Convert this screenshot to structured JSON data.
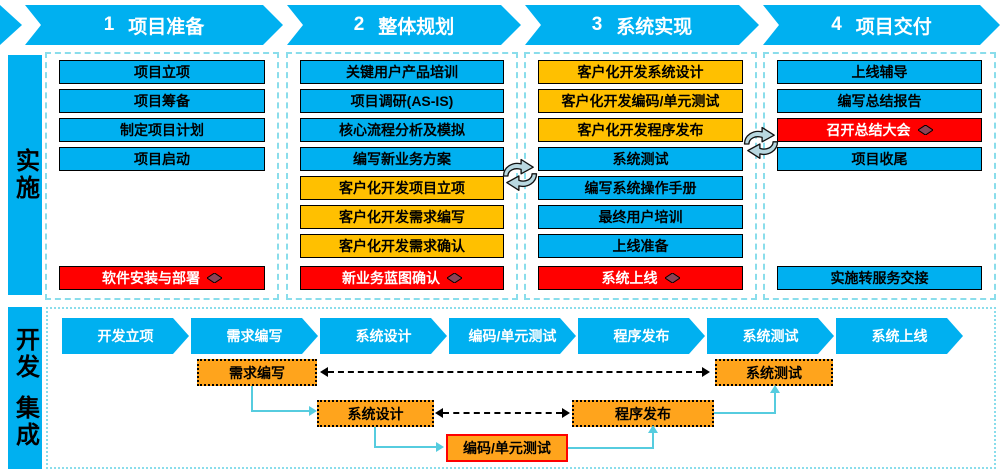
{
  "phases": [
    {
      "num": "1",
      "label": "项目准备"
    },
    {
      "num": "2",
      "label": "整体规划"
    },
    {
      "num": "3",
      "label": "系统实现"
    },
    {
      "num": "4",
      "label": "项目交付"
    }
  ],
  "side": {
    "impl": "实施",
    "dev1": "开发",
    "dev2": "集成"
  },
  "impl_columns": [
    {
      "boxes": [
        {
          "label": "项目立项"
        },
        {
          "label": "项目筹备"
        },
        {
          "label": "制定项目计划"
        },
        {
          "label": "项目启动"
        },
        {
          "label": "软件安装与部署"
        }
      ]
    },
    {
      "boxes": [
        {
          "label": "关键用户产品培训"
        },
        {
          "label": "项目调研(AS-IS)"
        },
        {
          "label": "核心流程分析及模拟"
        },
        {
          "label": "编写新业务方案"
        },
        {
          "label": "客户化开发项目立项"
        },
        {
          "label": "客户化开发需求编写"
        },
        {
          "label": "客户化开发需求确认"
        },
        {
          "label": "新业务蓝图确认"
        }
      ]
    },
    {
      "boxes": [
        {
          "label": "客户化开发系统设计"
        },
        {
          "label": "客户化开发编码/单元测试"
        },
        {
          "label": "客户化开发程序发布"
        },
        {
          "label": "系统测试"
        },
        {
          "label": "编写系统操作手册"
        },
        {
          "label": "最终用户培训"
        },
        {
          "label": "上线准备"
        },
        {
          "label": "系统上线"
        }
      ]
    },
    {
      "boxes": [
        {
          "label": "上线辅导"
        },
        {
          "label": "编写总结报告"
        },
        {
          "label": "召开总结大会"
        },
        {
          "label": "项目收尾"
        },
        {
          "label": "实施转服务交接"
        }
      ]
    }
  ],
  "dev_flow": {
    "stages": [
      {
        "label": "开发立项"
      },
      {
        "label": "需求编写"
      },
      {
        "label": "系统设计"
      },
      {
        "label": "编码/单元测试"
      },
      {
        "label": "程序发布"
      },
      {
        "label": "系统测试"
      },
      {
        "label": "系统上线"
      }
    ],
    "details": [
      {
        "label": "需求编写"
      },
      {
        "label": "系统测试"
      },
      {
        "label": "系统设计"
      },
      {
        "label": "程序发布"
      },
      {
        "label": "编码/单元测试"
      }
    ]
  },
  "colors": {
    "blue": "#00B0F0",
    "gold": "#FFC000",
    "red": "#FF0000",
    "orange": "#FFA41C",
    "dashed_border": "#8ADDEB",
    "connector": "#56CCDF",
    "diamond": "#8C4356"
  }
}
